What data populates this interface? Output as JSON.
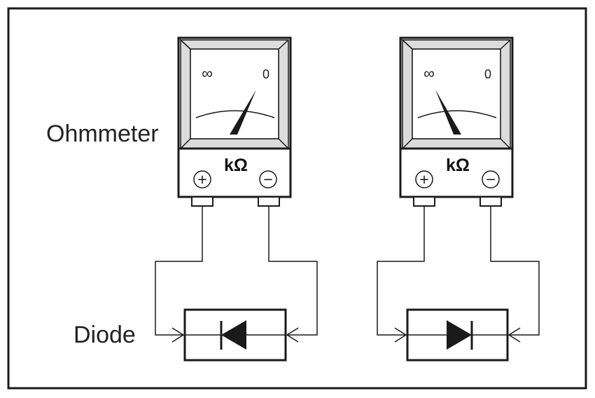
{
  "labels": {
    "ohmmeter": "Ohmmeter",
    "diode": "Diode"
  },
  "meters": [
    {
      "scale_left": "∞",
      "scale_right": "0",
      "unit": "kΩ",
      "terminal_plus": "+",
      "terminal_minus": "−",
      "needle_reading": "near 0 (low resistance)"
    },
    {
      "scale_left": "∞",
      "scale_right": "0",
      "unit": "kΩ",
      "terminal_plus": "+",
      "terminal_minus": "−",
      "needle_reading": "near ∞ (high resistance)"
    }
  ],
  "diodes": [
    {
      "orientation": "triangle points left"
    },
    {
      "orientation": "triangle points right"
    }
  ],
  "colors": {
    "line": "#1a1a1a",
    "shade": "#dcdcdc",
    "background": "#ffffff"
  }
}
